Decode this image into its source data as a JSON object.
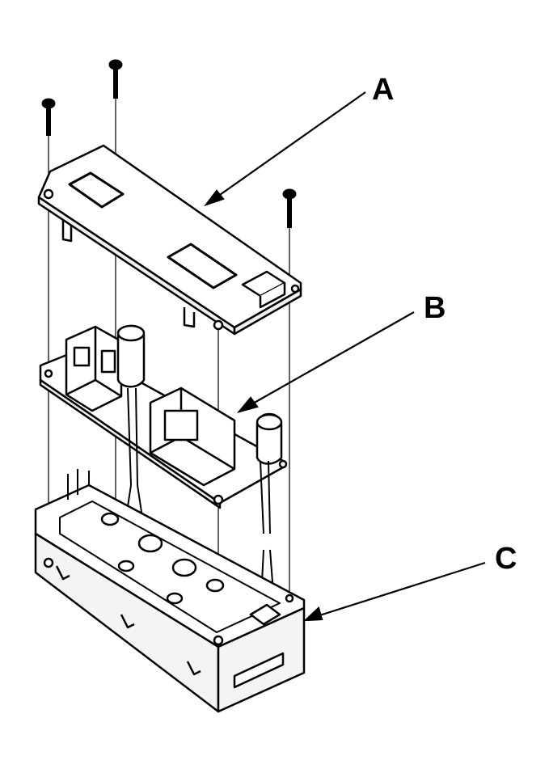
{
  "labels": {
    "a": "A",
    "b": "B",
    "c": "C"
  },
  "colors": {
    "ink": "#000000",
    "background": "#ffffff",
    "shade": "#f0f0f0"
  }
}
